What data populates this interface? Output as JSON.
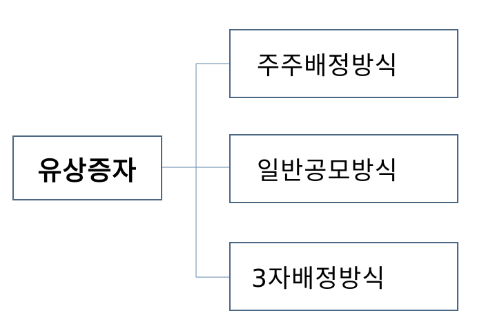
{
  "diagram": {
    "root": {
      "label": "유상증자"
    },
    "children": [
      {
        "label": "주주배정방식"
      },
      {
        "label": "일반공모방식"
      },
      {
        "label": "3자배정방식"
      }
    ],
    "colors": {
      "box_border": "#4a6784",
      "connector": "#7f9db9",
      "text": "#000000",
      "background": "#ffffff"
    }
  }
}
